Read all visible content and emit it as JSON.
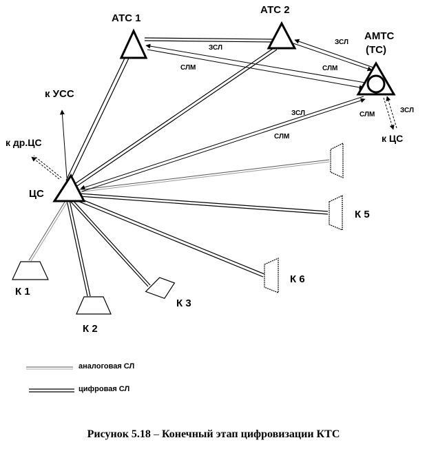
{
  "nodes": {
    "ats1": "АТС 1",
    "ats2": "АТС 2",
    "amts_line1": "АМТС",
    "amts_line2": "(ТС)",
    "cs": "ЦС",
    "k1": "К 1",
    "k2": "К 2",
    "k3": "К 3",
    "k5": "К 5",
    "k6": "К 6"
  },
  "external": {
    "to_uss": "к УСС",
    "to_other_cs": "к др.ЦС",
    "to_cs": "к ЦС"
  },
  "link_labels": {
    "zsl": "ЗСЛ",
    "slm": "СЛМ"
  },
  "legend": {
    "analog": "аналоговая СЛ",
    "digital": "цифровая СЛ"
  },
  "caption": {
    "prefix": "Рисунок 5.18",
    "dash": " – ",
    "text": "Конечный этап цифровизации  КТС"
  }
}
